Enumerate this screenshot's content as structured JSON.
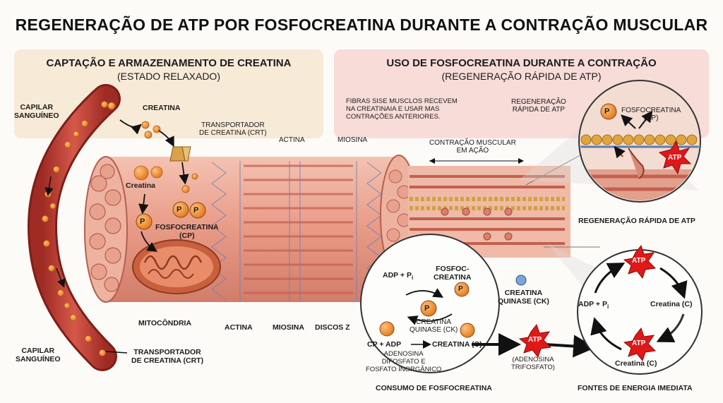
{
  "title": "REGENERAÇÃO DE ATP POR FOSFOCREATINA DURANTE A CONTRAÇÃO MUSCULAR",
  "left_panel": {
    "heading": "CAPTAÇÃO E ARMAZENAMENTO DE CREATINA",
    "subheading": "(ESTADO RELAXADO)"
  },
  "right_panel": {
    "heading": "USO DE FOSFOCREATINA DURANTE A CONTRAÇÃO",
    "subheading": "(REGENERAÇÃO RÁPIDA DE ATP)",
    "note": "FIBRAS SISE MUSCLOS RECEVEM\nNA CREATINAIA E USAR MAS\nCONTRAÇÕES ANTERIORES."
  },
  "labels": {
    "capilar_top": "CAPILAR\nSANGUÍNEO",
    "creatina_top": "CREATINA",
    "transportador_top": "TRANSPORTADOR\nDE CREATINA (CRT)",
    "actina_top": "ACTINA",
    "miosina_top": "MIOSINA",
    "creatina_mid": "Creatina",
    "fosfocreatina": "FOSFOCREATINA\n(CP)",
    "mitocondria": "MITOCÔNDRIA",
    "actina_bottom": "ACTINA",
    "miosina_bottom": "MIOSINA",
    "discos_z": "DISCOS Z",
    "capilar_bottom": "CAPILAR\nSANGUÍNEO",
    "transportador_bottom": "TRANSPORTADOR\nDE CREATINA (CRT)",
    "contracao": "CONTRAÇÃO MUSCULAR\nEM AÇÃO",
    "regeneracao_small": "REGENERAÇÃO\nRÁPIDA DE ATP",
    "fosfocreatina_cp": "FOSFOCREATINA\n(CP)",
    "regeneracao_caption": "REGENERAÇÃO RÁPIDA DE ATP",
    "adp_pi": "ADP + P",
    "pi_sub": "i",
    "fosfoc_creatina": "FOSFOC-\nCREATINA",
    "creatina_quinase_top": "CREATINA\nQUINASE (CK)",
    "creatina_quinase_mid": "CREATINA\nQUINASE (CK)",
    "cp_adp": "CP + ADP",
    "creatina_c_mid": "CREATINA (C)",
    "adenosina_difosfato": "ADENOSINA\nDIFOSFATO E\nFOSFATO INORGÂNICO",
    "adenosina_trifosfato": "(ADENOSINA\nTRIFOSFATO)",
    "consumo": "CONSUMO DE FOSFOCREATINA",
    "cycle_adp": "ADP + P",
    "cycle_creatina_right": "Creatina (C)",
    "cycle_creatina_bottom": "Creatina (C)",
    "fontes": "FONTES DE ENERGIA IMEDIATA",
    "atp": "ATP",
    "p": "P"
  }
}
